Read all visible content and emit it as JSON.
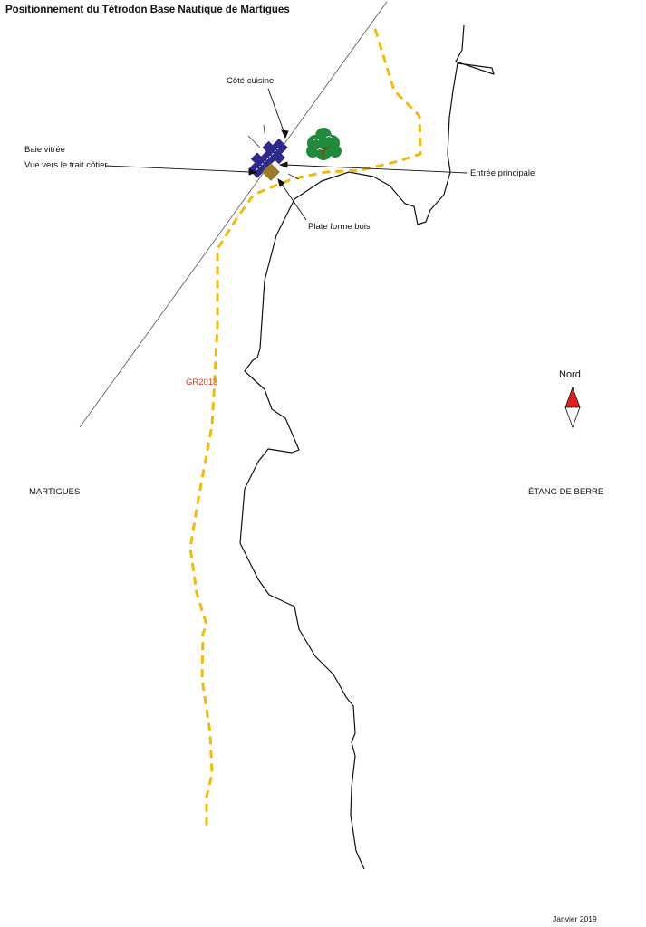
{
  "title": "Positionnement du Tétrodon Base Nautique de Martigues",
  "labels": {
    "cote_cuisine": "Côté cuisine",
    "baie_vitree": "Baie vitrée",
    "vue": "Vue vers le trait côtier",
    "entree": "Entrée principale",
    "plate_forme": "Plate forme bois",
    "trail": "GR2013",
    "west": "MARTIGUES",
    "east": "ÉTANG DE BERRE",
    "north": "Nord",
    "date": "Janvier 2019"
  },
  "colors": {
    "trail": "#f2b90f",
    "trail_label": "#e0351f",
    "building": "#2e2a8c",
    "platform": "#9c7a2a",
    "tree": "#1f8a3c",
    "north_arrow": "#e02020",
    "coast": "#111111"
  },
  "icons": {
    "building": "tetrodon-building-icon",
    "tree": "tree-icon",
    "compass": "north-arrow-icon"
  }
}
